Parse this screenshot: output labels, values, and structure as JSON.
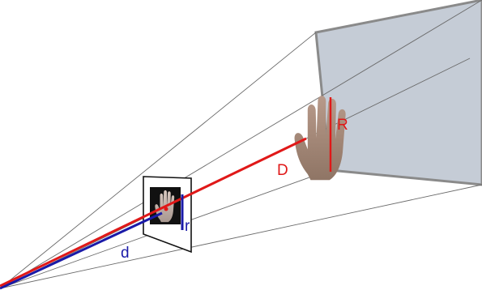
{
  "labels": {
    "big_height": "R",
    "big_distance": "D",
    "small_height": "r",
    "small_distance": "d"
  },
  "colors": {
    "red": "#e01818",
    "blue": "#1a1aa8",
    "line": "#6b6b6b",
    "screen_fill": "#c5ccd6",
    "screen_border": "#8a8a8a",
    "image_plane_fill": "#111111"
  },
  "icons": {
    "screen_hand": "hand-icon",
    "image_hand": "hand-icon"
  }
}
